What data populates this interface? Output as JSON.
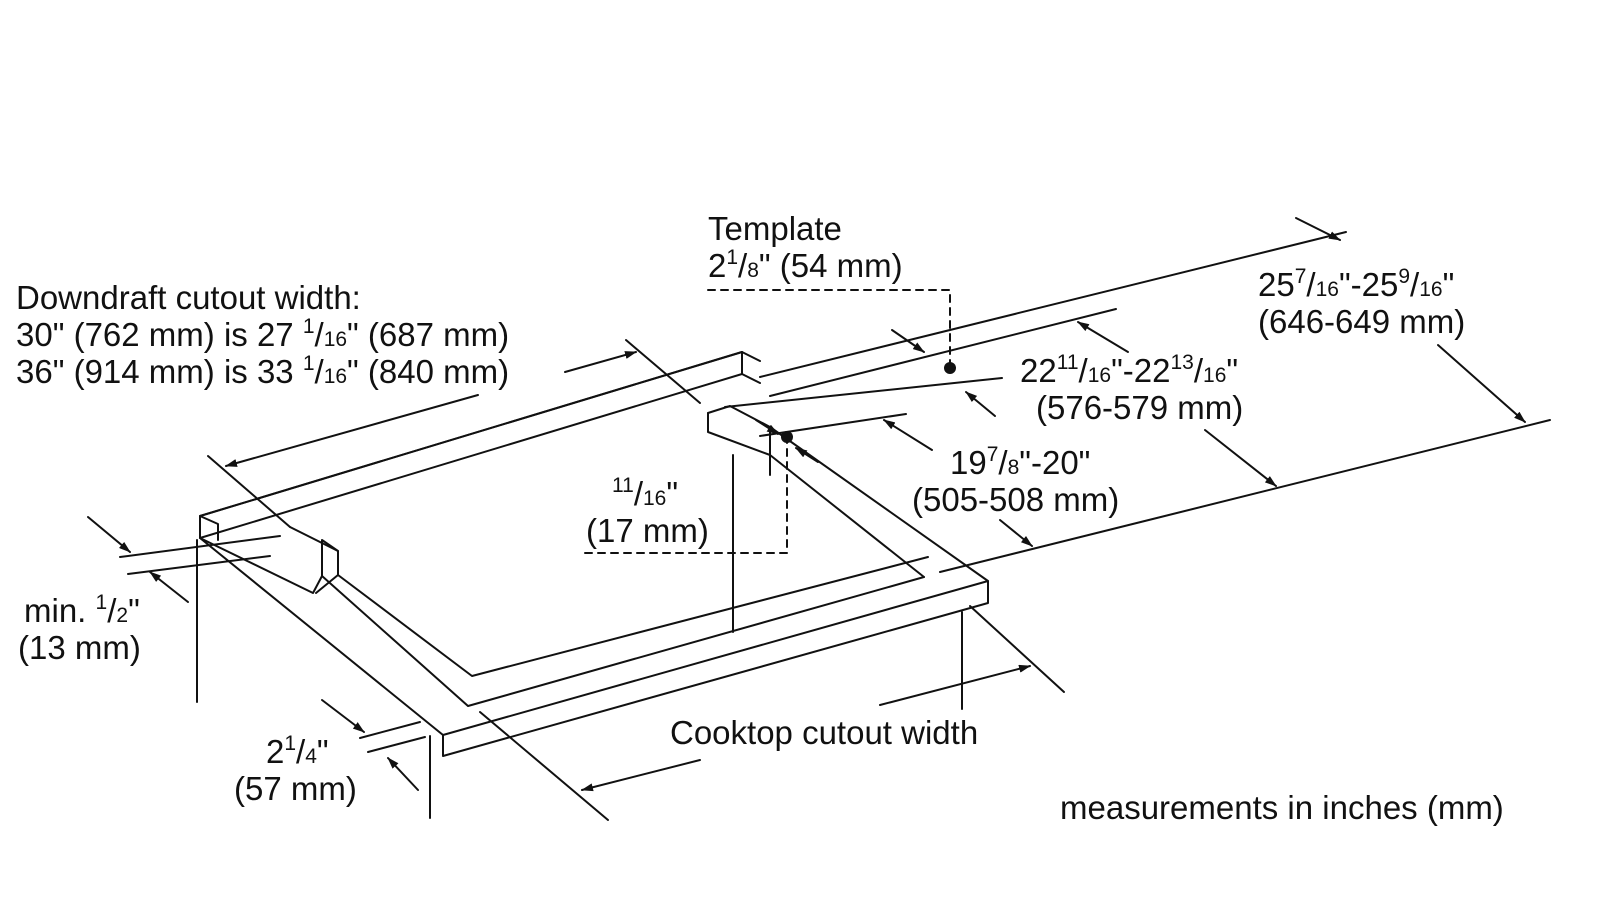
{
  "labels": {
    "template": {
      "title": "Template",
      "whole": "2",
      "num": "1",
      "den": "8",
      "rest": "\" (54 mm)"
    },
    "downdraft": {
      "title": "Downdraft cutout width:",
      "line1": {
        "pre": "30\" (762 mm) is 27",
        "num": "1",
        "den": "16",
        "rest": "\" (687 mm)"
      },
      "line2": {
        "pre": "36\" (914 mm) is 33",
        "num": "1",
        "den": "16",
        "rest": "\" (840 mm)"
      }
    },
    "dim_25": {
      "a_whole": "25",
      "a_num": "7",
      "a_den": "16",
      "sep": "\"-25",
      "b_num": "9",
      "b_den": "16",
      "end": "\"",
      "mm": "(646-649 mm)"
    },
    "dim_22": {
      "a_whole": "22",
      "a_num": "11",
      "a_den": "16",
      "sep": "\"-22",
      "b_num": "13",
      "b_den": "16",
      "end": "\"",
      "mm": "(576-579 mm)"
    },
    "dim_19": {
      "a_whole": "19",
      "a_num": "7",
      "a_den": "8",
      "rest": "\"-20\"",
      "mm": "(505-508 mm)"
    },
    "dim_11": {
      "num": "11",
      "den": "16",
      "end": "\"",
      "mm": "(17 mm)"
    },
    "min": {
      "pre": "min. ",
      "num": "1",
      "den": "2",
      "end": "\"",
      "mm": "(13 mm)"
    },
    "dim_2_1_4": {
      "whole": "2",
      "num": "1",
      "den": "4",
      "end": "\"",
      "mm": "(57 mm)"
    },
    "cooktop": "Cooktop cutout width",
    "units": "measurements in inches (mm)"
  }
}
